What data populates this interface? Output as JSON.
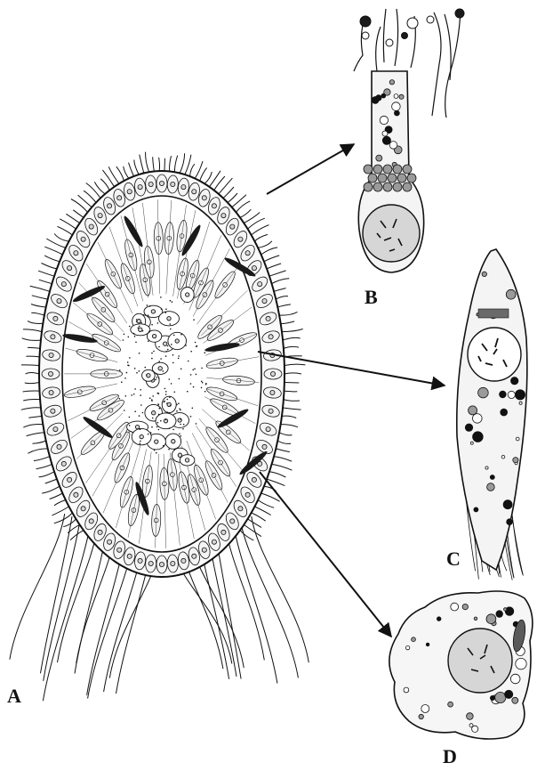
{
  "panels": {
    "A": "A",
    "B": "B",
    "C": "C",
    "D": "D"
  },
  "colors": {
    "ink": "#111111",
    "cell_fill": "#f4f4f4",
    "nucleus_fill": "#d6d6d6",
    "granule_fill": "#9a9a9a",
    "background": "#ffffff"
  }
}
